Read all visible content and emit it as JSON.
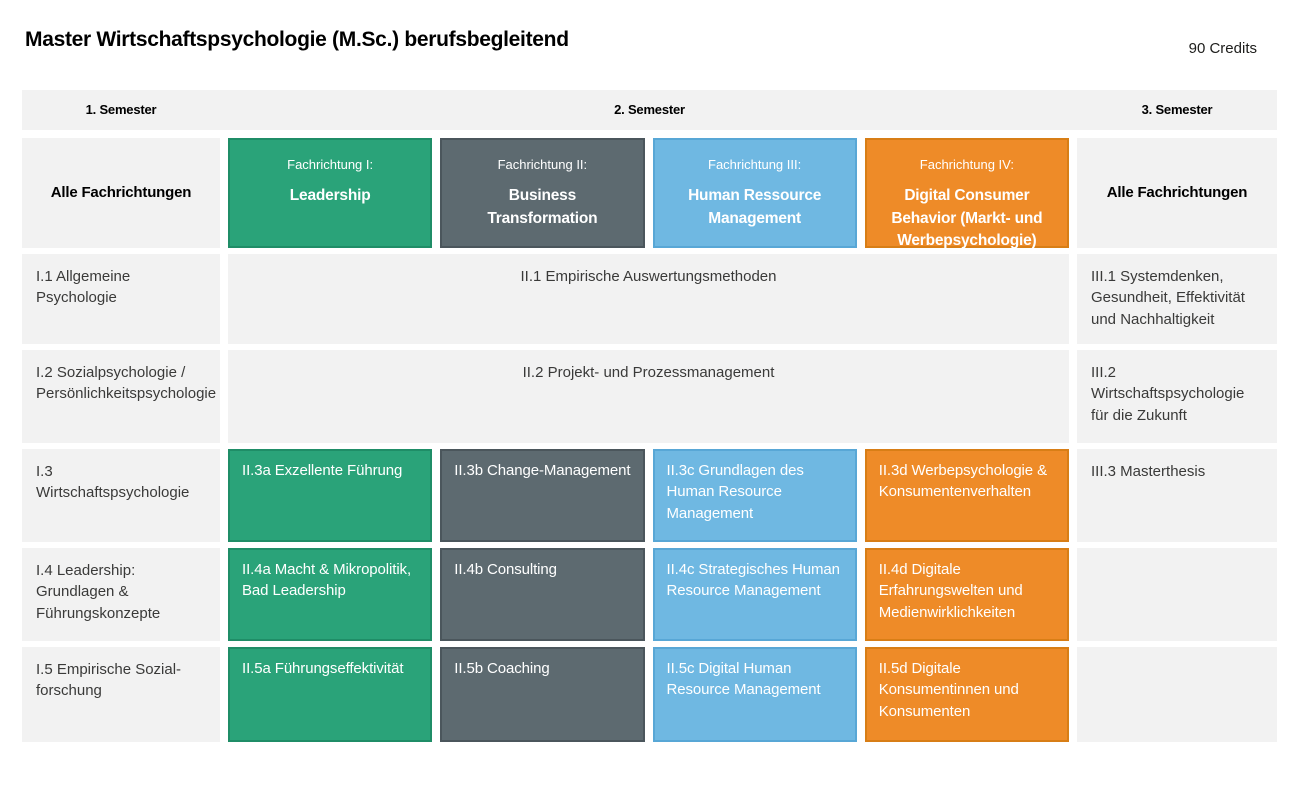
{
  "header": {
    "title": "Master Wirtschaftspsychologie (M.Sc.) berufsbegleitend",
    "credits": "90 Credits"
  },
  "semesters": [
    "1. Semester",
    "2. Semester",
    "3. Semester"
  ],
  "all_tracks": {
    "left_label": "Alle Fachrichtungen",
    "right_label": "Alle Fachrichtungen"
  },
  "tracks": [
    {
      "label": "Fachrichtung I:",
      "name": "Leadership"
    },
    {
      "label": "Fachrichtung II:",
      "name": "Business Transformation"
    },
    {
      "label": "Fachrichtung III:",
      "name": "Human Ressource Management"
    },
    {
      "label": "Fachrichtung IV:",
      "name": "Digital Consumer Behavior (Markt- und Werbepsychologie)"
    }
  ],
  "semester1_modules": [
    "I.1 Allgemeine Psychologie",
    "I.2 Sozialpsychologie / Persönlichkeitspsychologie",
    "I.3 Wirtschaftspsychologie",
    "I.4 Leadership: Grundlagen & Führungskonzepte",
    "I.5 Empirische Sozial-forschung"
  ],
  "semester2_shared_modules": [
    "II.1 Empirische Auswertungsmethoden",
    "II.2 Projekt- und Prozessmanagement"
  ],
  "semester2_track_modules": {
    "leadership": [
      "II.3a Exzellente Führung",
      "II.4a Macht & Mikropolitik, Bad Leadership",
      "II.5a Führungseffektivität"
    ],
    "business_transformation": [
      "II.3b Change-Management",
      "II.4b Consulting",
      "II.5b Coaching"
    ],
    "human_ressource_management": [
      "II.3c Grundlagen des Human Resource Management",
      "II.4c Strategisches Human Resource Management",
      "II.5c Digital Human Resource Management"
    ],
    "digital_consumer_behavior": [
      "II.3d Werbepsychologie & Konsumentenverhalten",
      "II.4d Digitale Erfahrungswelten und Medienwirklichkeiten",
      "II.5d Digitale Konsumentinnen und Konsumenten"
    ]
  },
  "semester3_modules": [
    "III.1 Systemdenken, Gesundheit, Effektivität und Nachhaltigkeit",
    "III.2 Wirtschaftspsychologie für die Zukunft",
    "III.3 Masterthesis"
  ],
  "colors": {
    "leadership_green": "#2aa379",
    "business_transformation_gray": "#5d6a70",
    "human_ressource_blue": "#6fb8e2",
    "digital_consumer_orange": "#ee8b28",
    "cell_light_gray": "#f2f2f2"
  }
}
